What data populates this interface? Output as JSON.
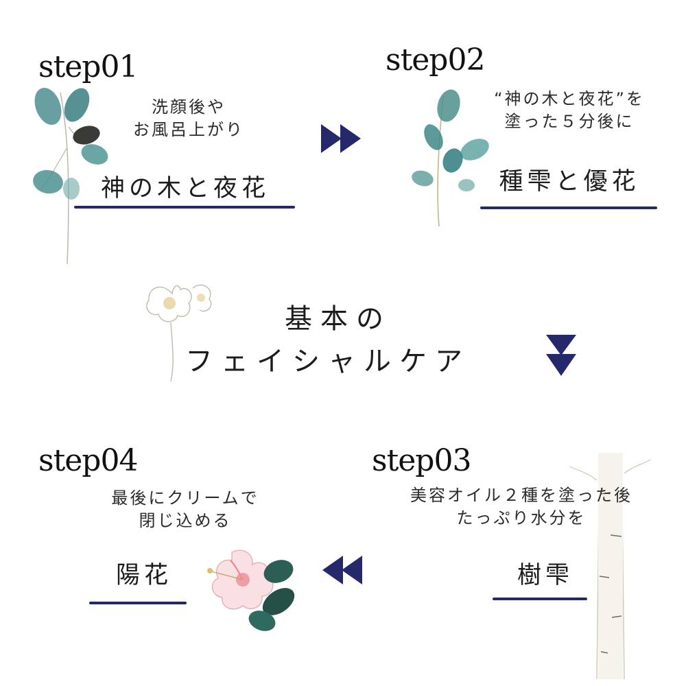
{
  "center": {
    "line1": "基本の",
    "line2": "フェイシャルケア"
  },
  "steps": [
    {
      "label": "step01",
      "description": [
        "洗顔後や",
        "お風呂上がり"
      ],
      "product": "神の木と夜花"
    },
    {
      "label": "step02",
      "description": [
        "“神の木と夜花”を",
        "塗った５分後に"
      ],
      "product": "種雫と優花"
    },
    {
      "label": "step03",
      "description": [
        "美容オイル２種を塗った後",
        "たっぷり水分を"
      ],
      "product": "樹雫"
    },
    {
      "label": "step04",
      "description": [
        "最後にクリームで",
        "閉じ込める"
      ],
      "product": "陽花"
    }
  ],
  "colors": {
    "accent": "#25296b",
    "leaf": "#3f8a8a",
    "hibiscus": "#e98f98"
  },
  "icons": {
    "arrow_right": "double-chevron-right-icon",
    "arrow_down": "double-chevron-down-icon",
    "arrow_left": "double-chevron-left-icon"
  }
}
